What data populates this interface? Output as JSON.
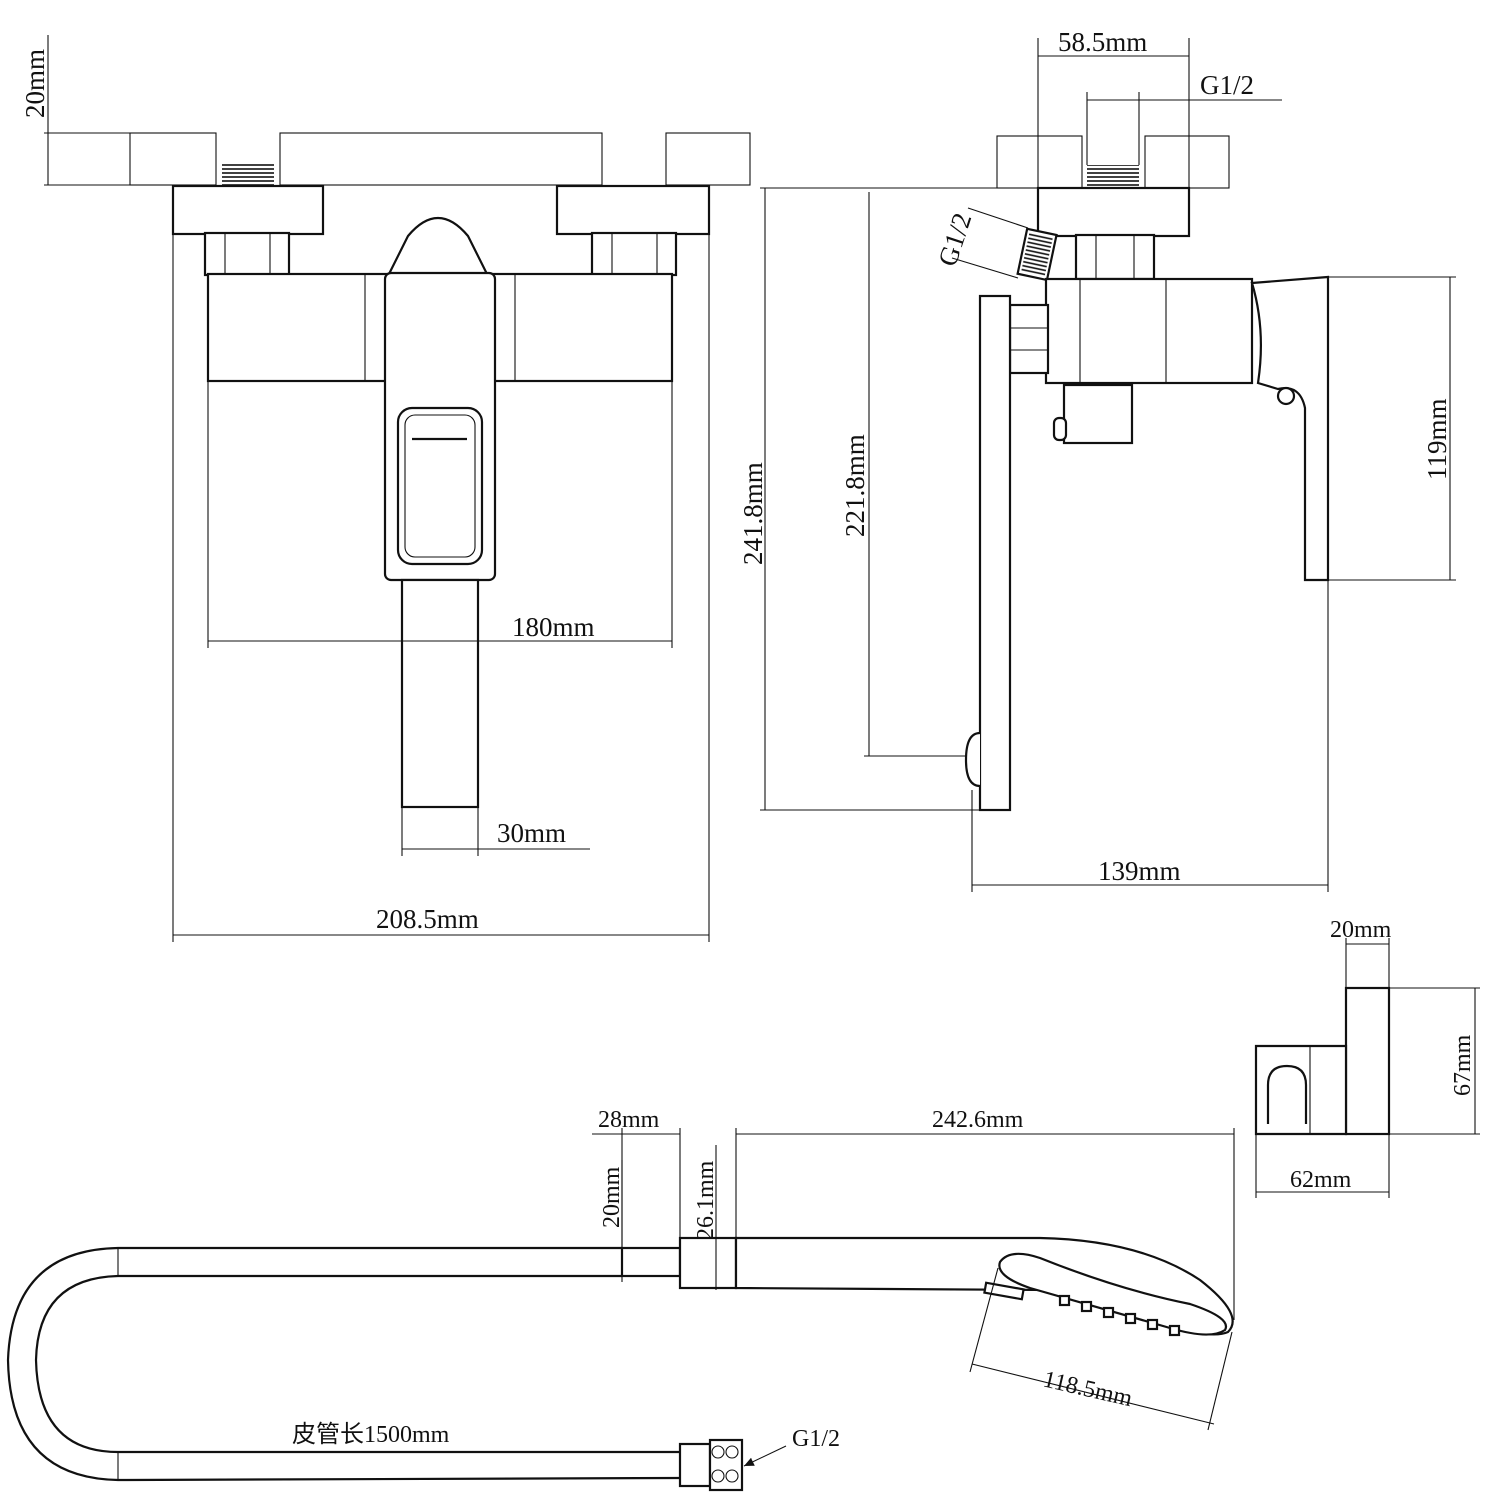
{
  "front_view": {
    "dim_wall": "20mm",
    "dim_inlet_spacing": "180mm",
    "dim_spout_width": "30mm",
    "dim_total_width": "208.5mm"
  },
  "side_view": {
    "dim_thread_spacing": "58.5mm",
    "thread_top": "G1/2",
    "thread_side": "G1/2",
    "dim_total_height": "241.8mm",
    "dim_spout_height": "221.8mm",
    "dim_handle_height": "119mm",
    "dim_depth": "139mm"
  },
  "holder_view": {
    "dim_depth": "20mm",
    "dim_height": "67mm",
    "dim_width": "62mm"
  },
  "shower_view": {
    "dim_connector_length": "28mm",
    "dim_hose_diameter": "20mm",
    "dim_handle_diameter": "26.1mm",
    "dim_handle_length": "242.6mm",
    "dim_head_diameter": "118.5mm",
    "hose_length_label": "皮管长1500mm",
    "hose_thread": "G1/2"
  }
}
